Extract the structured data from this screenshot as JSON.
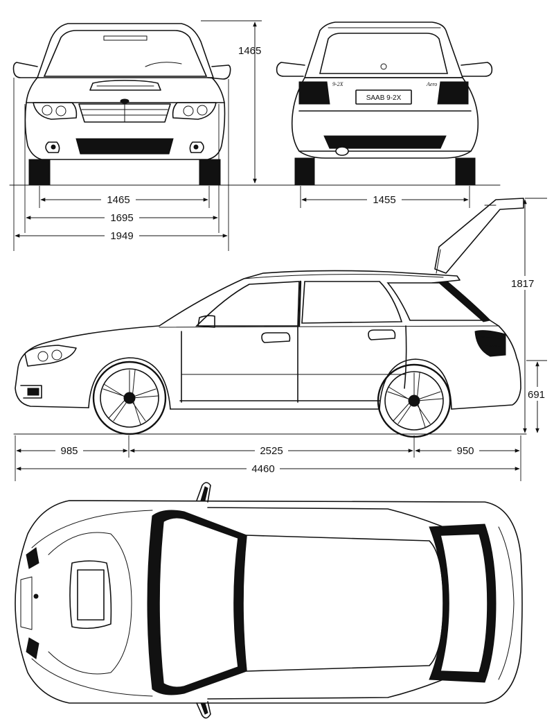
{
  "dimensions": {
    "front_height": "1465",
    "front_track": "1465",
    "body_width": "1695",
    "width_with_mirrors": "1949",
    "rear_track": "1455",
    "height_tailgate_open": "1817",
    "wheel_center_height": "691",
    "front_overhang": "985",
    "wheelbase": "2525",
    "rear_overhang": "950",
    "overall_length": "4460"
  },
  "rear_view": {
    "plate_text": "SAAB 9-2X",
    "badge_left": "9-2X",
    "badge_right": "Aero"
  }
}
